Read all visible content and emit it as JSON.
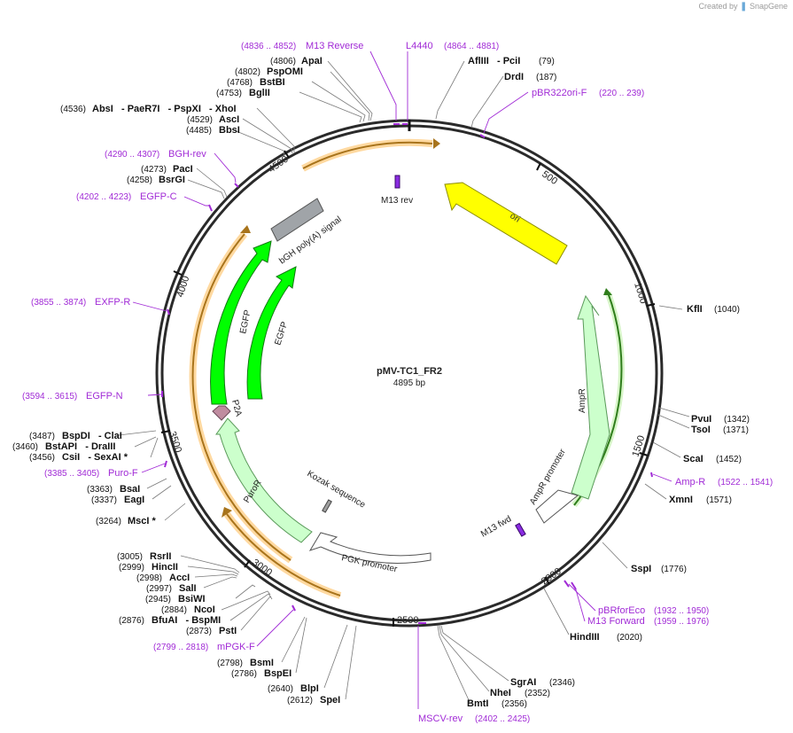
{
  "header": {
    "created_by": "Created by",
    "brand": "SnapGene"
  },
  "plasmid": {
    "name": "pMV-TC1_FR2",
    "length_label": "4895 bp",
    "length_bp": 4895
  },
  "tick_labels": [
    "500",
    "1000",
    "1500",
    "2000",
    "2500",
    "3000",
    "3500",
    "4000",
    "4500"
  ],
  "features": [
    {
      "id": "ori",
      "label": "ori",
      "color": "#ffff00",
      "outline": "#8c8c00"
    },
    {
      "id": "ampr",
      "label": "AmpR",
      "color": "#ccffcc",
      "outline": "#5a9a5a"
    },
    {
      "id": "ampr-promoter",
      "label": "AmpR promoter",
      "color": "#ffffff",
      "outline": "#555555"
    },
    {
      "id": "pgk-promoter",
      "label": "PGK promoter",
      "color": "#ffffff",
      "outline": "#555555"
    },
    {
      "id": "puror",
      "label": "PuroR",
      "color": "#ccffcc",
      "outline": "#5a9a5a"
    },
    {
      "id": "p2a",
      "label": "P2A",
      "color": "#c08ca0",
      "outline": "#6a4a58"
    },
    {
      "id": "egfp-outer",
      "label": "EGFP",
      "color": "#00ff00",
      "outline": "#117711"
    },
    {
      "id": "egfp-inner",
      "label": "EGFP",
      "color": "#00ff00",
      "outline": "#117711"
    },
    {
      "id": "bgh",
      "label": "bGH poly(A) signal",
      "color": "#a0a4a8",
      "outline": "#555555"
    },
    {
      "id": "kozak",
      "label": "Kozak sequence",
      "color": "#a0a0a0",
      "outline": "#444444"
    },
    {
      "id": "m13rev-feature",
      "label": "M13 rev",
      "color": "#8a2be2",
      "outline": "#3a0a6a"
    },
    {
      "id": "m13fwd-feature",
      "label": "M13 fwd",
      "color": "#8a2be2",
      "outline": "#3a0a6a"
    }
  ],
  "primer_labels": [
    {
      "id": "m13-reverse",
      "name": "M13 Reverse",
      "range": "(4836 .. 4852)"
    },
    {
      "id": "l4440",
      "name": "L4440",
      "range": "(4864 .. 4881)"
    },
    {
      "id": "pbr322ori-f",
      "name": "pBR322ori-F",
      "range": "(220 .. 239)"
    },
    {
      "id": "bgh-rev",
      "name": "BGH-rev",
      "range": "(4290 .. 4307)"
    },
    {
      "id": "egfp-c",
      "name": "EGFP-C",
      "range": "(4202 .. 4223)"
    },
    {
      "id": "exfp-r",
      "name": "EXFP-R",
      "range": "(3855 .. 3874)"
    },
    {
      "id": "egfp-n",
      "name": "EGFP-N",
      "range": "(3594 .. 3615)"
    },
    {
      "id": "puro-f",
      "name": "Puro-F",
      "range": "(3385 .. 3405)"
    },
    {
      "id": "amp-r",
      "name": "Amp-R",
      "range": "(1522 .. 1541)"
    },
    {
      "id": "pbrforeco",
      "name": "pBRforEco",
      "range": "(1932 .. 1950)"
    },
    {
      "id": "m13-forward",
      "name": "M13 Forward",
      "range": "(1959 .. 1976)"
    },
    {
      "id": "mpgk-f",
      "name": "mPGK-F",
      "range": "(2799 .. 2818)"
    },
    {
      "id": "mscv-rev",
      "name": "MSCV-rev",
      "range": "(2402 .. 2425)"
    }
  ],
  "site_labels": [
    {
      "id": "apai",
      "name": "ApaI",
      "pos": "(4806)"
    },
    {
      "id": "pspomi",
      "name": "PspOMI",
      "pos": "(4802)"
    },
    {
      "id": "bstbi",
      "name": "BstBI",
      "pos": "(4768)"
    },
    {
      "id": "bglii",
      "name": "BglII",
      "pos": "(4753)"
    },
    {
      "id": "absi-group",
      "name": "AbsI   - PaeR7I   - PspXI   - XhoI",
      "pos": "(4536)"
    },
    {
      "id": "asci",
      "name": "AscI",
      "pos": "(4529)"
    },
    {
      "id": "bbsi",
      "name": "BbsI",
      "pos": "(4485)"
    },
    {
      "id": "paci",
      "name": "PacI",
      "pos": "(4273)"
    },
    {
      "id": "bsrgi",
      "name": "BsrGI",
      "pos": "(4258)"
    },
    {
      "id": "afliii",
      "name": "AflIII   - PciI",
      "pos": "(79)"
    },
    {
      "id": "drdi",
      "name": "DrdI",
      "pos": "(187)"
    },
    {
      "id": "kfli",
      "name": "KflI",
      "pos": "(1040)"
    },
    {
      "id": "pvui",
      "name": "PvuI",
      "pos": "(1342)"
    },
    {
      "id": "tsoi",
      "name": "TsoI",
      "pos": "(1371)"
    },
    {
      "id": "scai",
      "name": "ScaI",
      "pos": "(1452)"
    },
    {
      "id": "xmni",
      "name": "XmnI",
      "pos": "(1571)"
    },
    {
      "id": "sspi",
      "name": "SspI",
      "pos": "(1776)"
    },
    {
      "id": "hindiii",
      "name": "HindIII",
      "pos": "(2020)"
    },
    {
      "id": "sgrai",
      "name": "SgrAI",
      "pos": "(2346)"
    },
    {
      "id": "nhei",
      "name": "NheI",
      "pos": "(2352)"
    },
    {
      "id": "bmti",
      "name": "BmtI",
      "pos": "(2356)"
    },
    {
      "id": "bspdi-group",
      "name": "BspDI   - ClaI",
      "pos": "(3487)"
    },
    {
      "id": "bstapi-group",
      "name": "BstAPI   - DraIII",
      "pos": "(3460)"
    },
    {
      "id": "csii-group",
      "name": "CsiI   - SexAI *",
      "pos": "(3456)"
    },
    {
      "id": "bsai",
      "name": "BsaI",
      "pos": "(3363)"
    },
    {
      "id": "eagi",
      "name": "EagI",
      "pos": "(3337)"
    },
    {
      "id": "msci",
      "name": "MscI *",
      "pos": "(3264)"
    },
    {
      "id": "rsrii",
      "name": "RsrII",
      "pos": "(3005)"
    },
    {
      "id": "hincii",
      "name": "HincII",
      "pos": "(2999)"
    },
    {
      "id": "acci",
      "name": "AccI",
      "pos": "(2998)"
    },
    {
      "id": "sali",
      "name": "SalI",
      "pos": "(2997)"
    },
    {
      "id": "bsiwi",
      "name": "BsiWI",
      "pos": "(2945)"
    },
    {
      "id": "ncoi",
      "name": "NcoI",
      "pos": "(2884)"
    },
    {
      "id": "bfuai-group",
      "name": "BfuAI   - BspMI",
      "pos": "(2876)"
    },
    {
      "id": "psti",
      "name": "PstI",
      "pos": "(2873)"
    },
    {
      "id": "bsmi",
      "name": "BsmI",
      "pos": "(2798)"
    },
    {
      "id": "bspei",
      "name": "BspEI",
      "pos": "(2786)"
    },
    {
      "id": "blpi",
      "name": "BlpI",
      "pos": "(2640)"
    },
    {
      "id": "spei",
      "name": "SpeI",
      "pos": "(2612)"
    }
  ]
}
